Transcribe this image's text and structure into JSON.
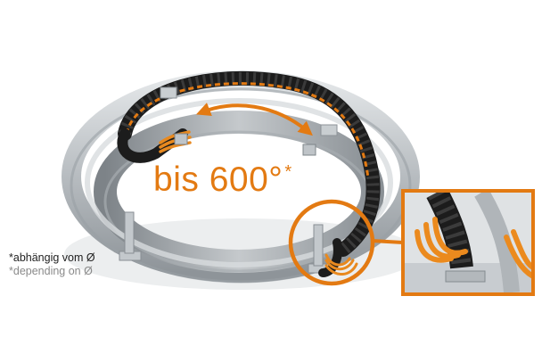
{
  "headline": {
    "text": "bis 600°",
    "superscript": "*"
  },
  "footnotes": {
    "german": "*abhängig vom Ø",
    "english": "*depending on Ø"
  },
  "colors": {
    "accent_orange": "#e37a12",
    "chain_black": "#1c1c1c",
    "trough_steel": "#b9bec2",
    "text_dark": "#1f1f1f",
    "text_gray": "#8a8a8a"
  },
  "graphics": {
    "rotation_arrow": "double-headed-curved-arrow",
    "detail_callout": "magnified-chain-detail"
  }
}
